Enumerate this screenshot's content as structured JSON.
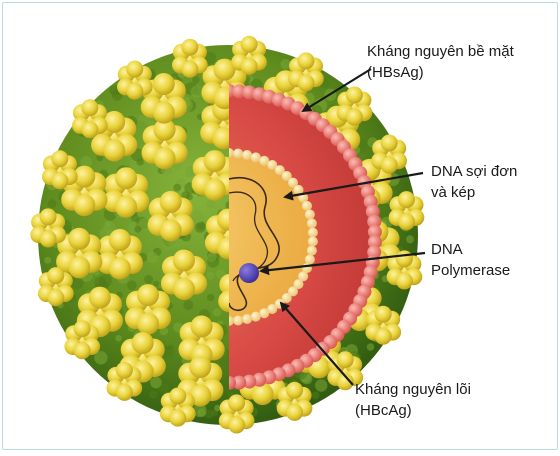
{
  "labels": {
    "surface_antigen": {
      "line1": "Kháng nguyên bề mặt",
      "line2": "(HBsAg)"
    },
    "dna": {
      "line1": "DNA sợi đơn",
      "line2": "và kép"
    },
    "polymerase": {
      "line1": "DNA",
      "line2": "Polymerase"
    },
    "core_antigen": {
      "line1": "Kháng nguyên lõi",
      "line2": "(HBcAg)"
    }
  },
  "colors": {
    "frame_border": "#b8dcdc",
    "envelope_green": "#5f8c1e",
    "surface_protein_yellow": "#e8d33a",
    "envelope_inner_red": "#d84a45",
    "envelope_bead_pink": "#e8706a",
    "core_yellow": "#f0b94a",
    "core_bead": "#f3d891",
    "polymerase_purple": "#4b3bb2"
  }
}
